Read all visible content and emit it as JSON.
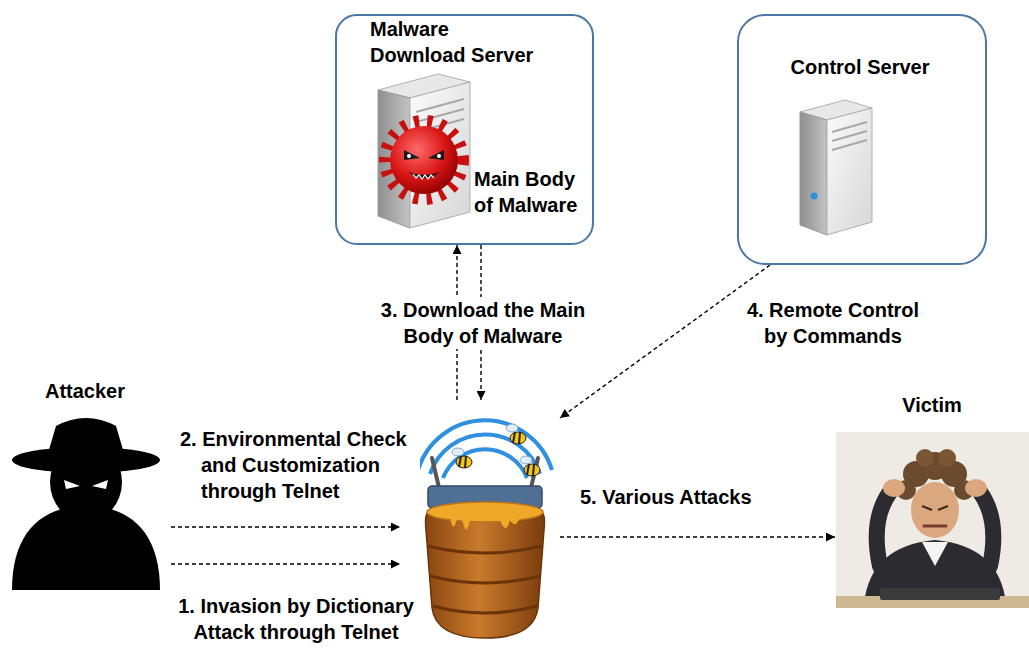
{
  "diagram": {
    "nodes": [
      {
        "text": [
          "Malware Download Server",
          "Main Body of Malware"
        ]
      },
      {
        "text": [
          "Control Server"
        ]
      },
      {
        "text": [
          "Attacker"
        ]
      },
      {
        "text": []
      },
      {
        "text": [
          "Victim"
        ]
      }
    ],
    "edges": [
      {
        "from": 2,
        "to": 3,
        "arrow": "to",
        "label": "1. Invasion by Dictionary Attack through Telnet"
      },
      {
        "from": 2,
        "to": 3,
        "arrow": "to",
        "label": "2. Environmental Check and Customization through Telnet"
      },
      {
        "from": 3,
        "to": 0,
        "arrow": "to",
        "label": "3. Download the Main Body of Malware"
      },
      {
        "from": 0,
        "to": 3,
        "arrow": "to"
      },
      {
        "from": 1,
        "to": 3,
        "arrow": "to",
        "label": "4. Remote Control by Commands"
      },
      {
        "from": 3,
        "to": 4,
        "arrow": "to",
        "label": "5. Various Attacks"
      }
    ]
  }
}
